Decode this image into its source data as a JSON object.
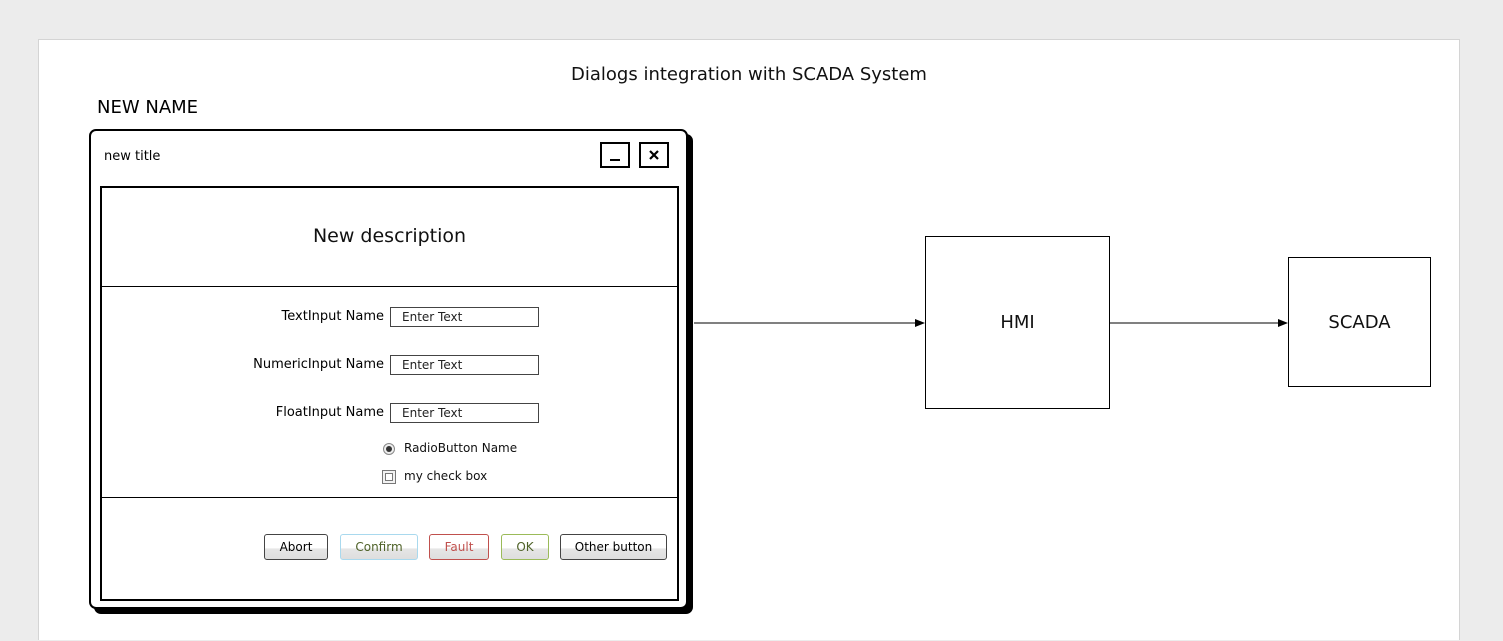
{
  "diagram": {
    "title": "Dialogs integration with SCADA System"
  },
  "window": {
    "name": "NEW NAME",
    "title": "new title",
    "minimize_icon": "minimize-icon",
    "close_icon": "close-icon",
    "description": "New description",
    "fields": [
      {
        "label": "TextInput Name",
        "placeholder": "Enter Text"
      },
      {
        "label": "NumericInput Name",
        "placeholder": "Enter Text"
      },
      {
        "label": "FloatInput Name",
        "placeholder": "Enter Text"
      }
    ],
    "radio": {
      "label": "RadioButton Name",
      "selected": true
    },
    "checkbox": {
      "label": "my check box",
      "checked": false
    },
    "buttons": [
      {
        "label": "Abort",
        "border": "#444444",
        "text": "#000000"
      },
      {
        "label": "Confirm",
        "border": "#a9d9ee",
        "text": "#4f6228"
      },
      {
        "label": "Fault",
        "border": "#c0504d",
        "text": "#c0504d"
      },
      {
        "label": "OK",
        "border": "#9bbb59",
        "text": "#4f6228"
      },
      {
        "label": "Other button",
        "border": "#444444",
        "text": "#000000"
      }
    ]
  },
  "nodes": {
    "hmi": "HMI",
    "scada": "SCADA"
  }
}
